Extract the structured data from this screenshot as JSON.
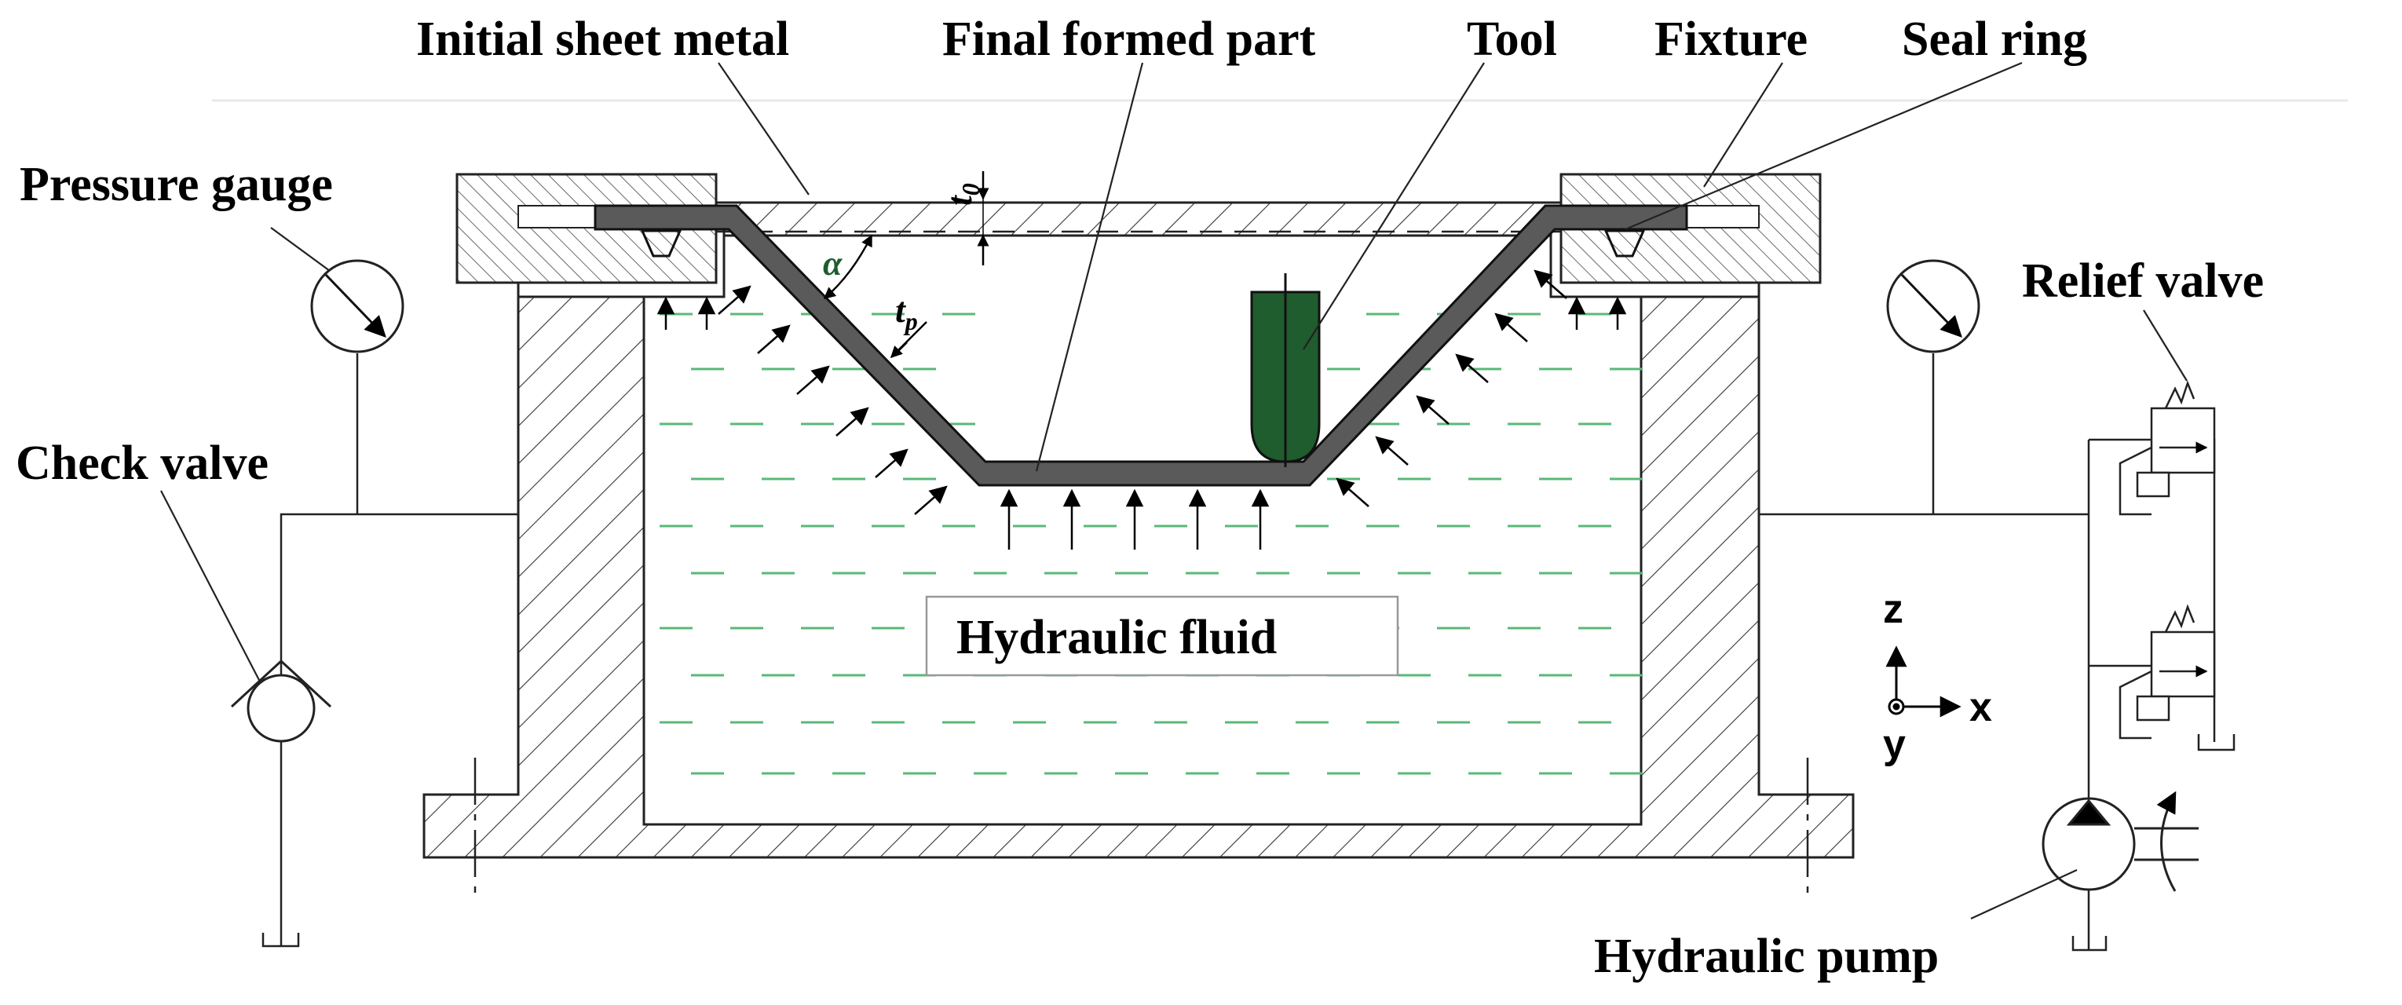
{
  "labels": {
    "initial_sheet_metal": "Initial sheet metal",
    "final_formed_part": "Final formed part",
    "tool": "Tool",
    "fixture": "Fixture",
    "seal_ring": "Seal ring",
    "pressure_gauge": "Pressure gauge",
    "check_valve": "Check valve",
    "relief_valve": "Relief valve",
    "hydraulic_fluid": "Hydraulic fluid",
    "hydraulic_pump": "Hydraulic pump"
  },
  "symbols": {
    "t0": "t",
    "t0_sub": "0",
    "tp": "t",
    "tp_sub": "p",
    "alpha": "α"
  },
  "axes": {
    "z": "z",
    "x": "x",
    "y": "y"
  },
  "colors": {
    "tool": "#1f5c2e",
    "sheet": "#5a5a5a",
    "fluid_dash": "#5ab878",
    "alpha": "#1f5c2e"
  }
}
